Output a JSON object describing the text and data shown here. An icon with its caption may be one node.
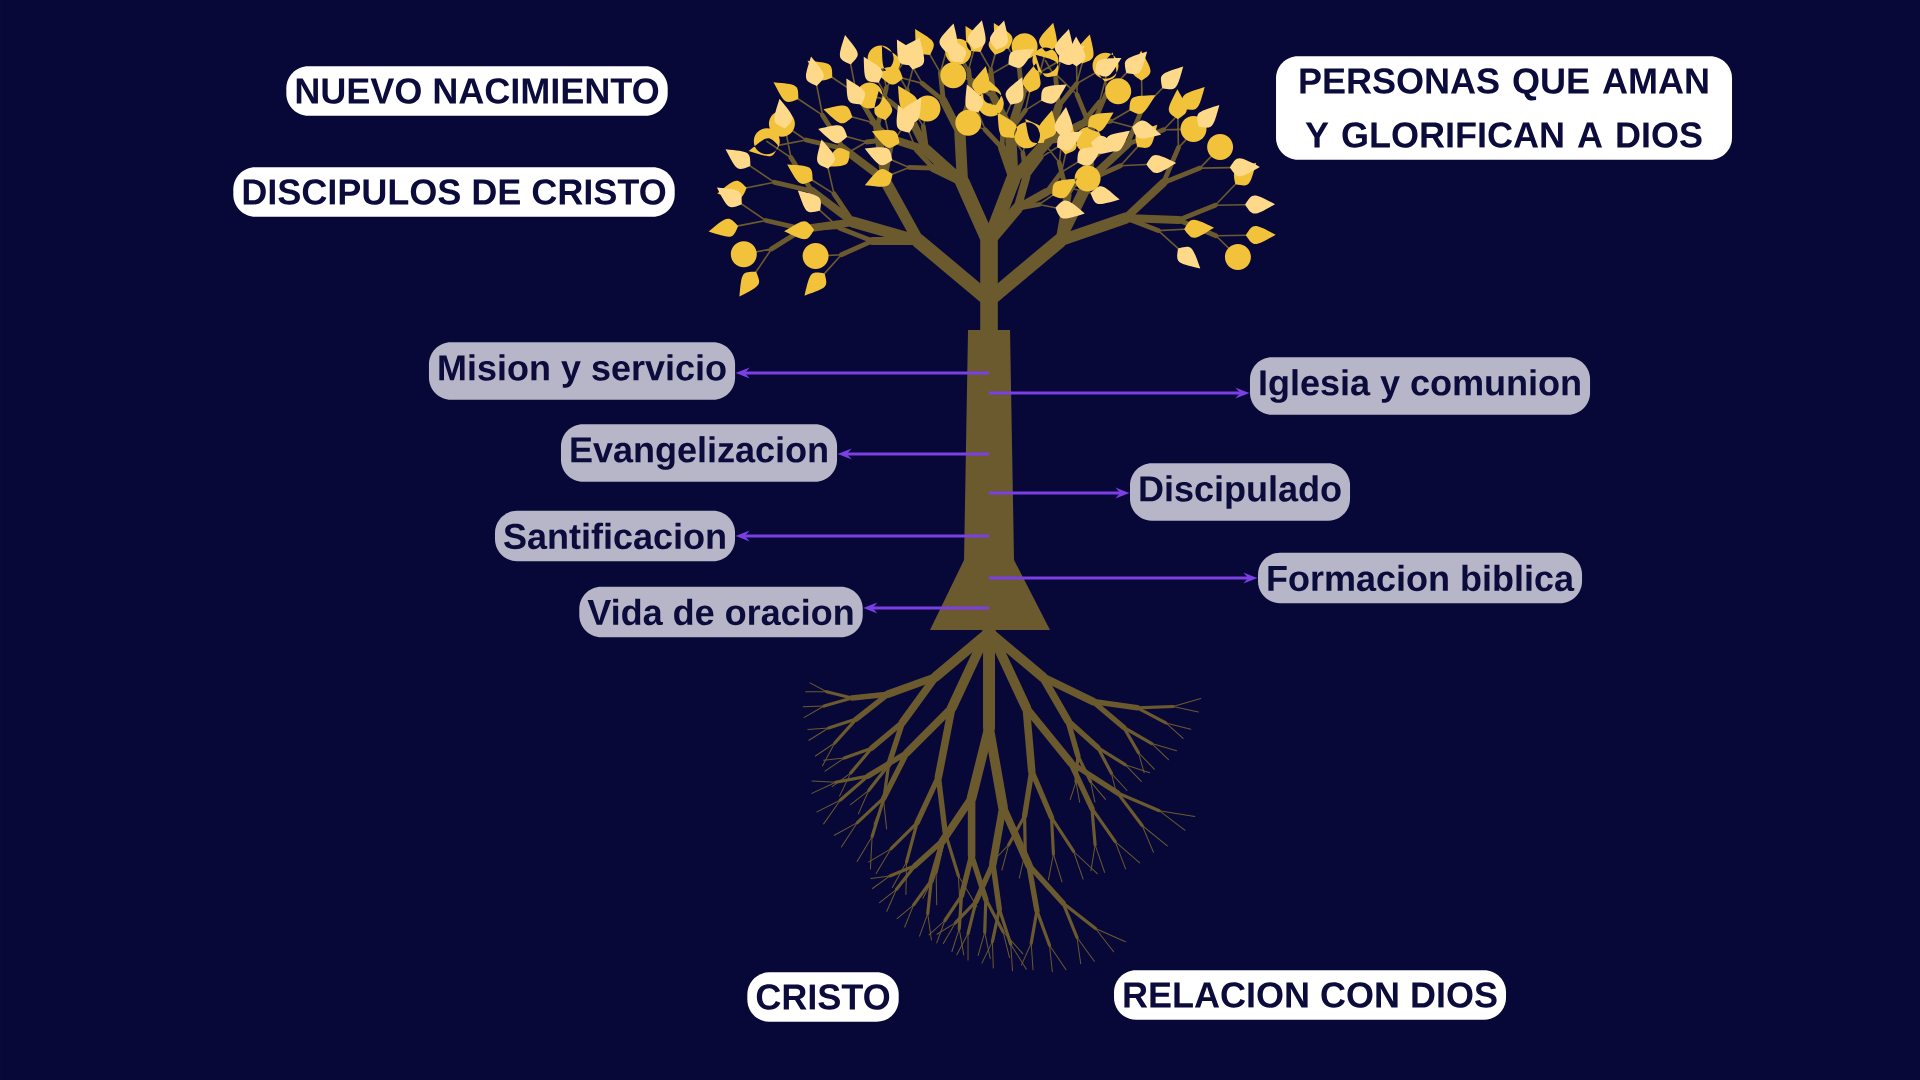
{
  "diagram": {
    "nodes": [
      {
        "text": [
          "NUEVO NACIMIENTO"
        ]
      },
      {
        "text": [
          "DISCIPULOS DE CRISTO"
        ]
      },
      {
        "text": [
          "PERSONAS QUE AMAN Y GLORIFICAN A DIOS"
        ]
      },
      {
        "text": [
          "Mision y servicio"
        ]
      },
      {
        "text": [
          "Iglesia y comunion"
        ]
      },
      {
        "text": [
          "Evangelizacion"
        ]
      },
      {
        "text": [
          "Discipulado"
        ]
      },
      {
        "text": [
          "Santificacion"
        ]
      },
      {
        "text": [
          "Formacion biblica"
        ]
      },
      {
        "text": [
          "Vida de oracion"
        ]
      },
      {
        "text": [
          "CRISTO"
        ]
      },
      {
        "text": [
          "RELACION CON DIOS"
        ]
      }
    ],
    "edges": [
      {
        "from": null,
        "to": 3,
        "arrow": "to"
      },
      {
        "from": null,
        "to": 4,
        "arrow": "to"
      },
      {
        "from": null,
        "to": 5,
        "arrow": "to"
      },
      {
        "from": null,
        "to": 6,
        "arrow": "to"
      },
      {
        "from": null,
        "to": 7,
        "arrow": "to"
      },
      {
        "from": null,
        "to": 8,
        "arrow": "to"
      },
      {
        "from": null,
        "to": 9,
        "arrow": "to"
      }
    ]
  }
}
